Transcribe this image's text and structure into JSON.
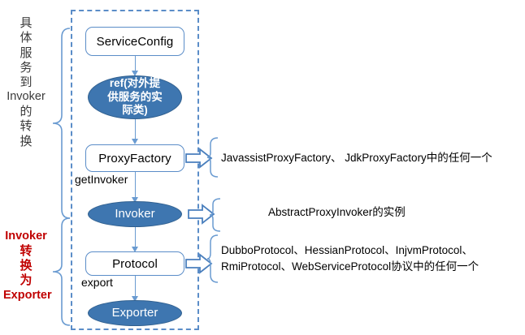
{
  "diagram": {
    "title": "Dubbo service export flow",
    "colors": {
      "box_border": "#5b8dc8",
      "ellipse_fill": "#3e76b0",
      "dashed_border": "#5b8dc8",
      "accent_red": "#c00000",
      "connector": "#6a9bd1",
      "text": "#000000"
    },
    "nodes": [
      {
        "id": "service-config",
        "shape": "rounded-rect",
        "label": "ServiceConfig"
      },
      {
        "id": "ref",
        "shape": "ellipse",
        "label": "ref(对外提供服务的实际类)",
        "lines": [
          "ref(对外提",
          "供服务的实",
          "际类)"
        ]
      },
      {
        "id": "proxy-factory",
        "shape": "rounded-rect",
        "label": "ProxyFactory"
      },
      {
        "id": "invoker",
        "shape": "ellipse",
        "label": "Invoker"
      },
      {
        "id": "protocol",
        "shape": "rounded-rect",
        "label": "Protocol"
      },
      {
        "id": "exporter",
        "shape": "ellipse",
        "label": "Exporter"
      }
    ],
    "edge_labels": [
      {
        "id": "get-invoker",
        "label": "getInvoker"
      },
      {
        "id": "export",
        "label": "export"
      }
    ],
    "left_labels": [
      {
        "id": "service-to-invoker",
        "text": "具体服务到Invoker的转换",
        "parts": [
          "具",
          "体",
          "服",
          "务",
          "到",
          "Invoker",
          "的",
          "转",
          "换"
        ],
        "color": "#3a3a3a"
      },
      {
        "id": "invoker-to-exporter",
        "text": "Invoker转换为Exporter",
        "parts": [
          "Invoker",
          "转",
          "换",
          "为",
          "Exporter"
        ],
        "color": "#c00000"
      }
    ],
    "annotations": [
      {
        "id": "proxy-factory-impls",
        "source": "ProxyFactory",
        "lines": [
          "JavassistProxyFactory、 JdkProxyFactory中的任何一个"
        ]
      },
      {
        "id": "invoker-impls",
        "source": "Invoker",
        "lines": [
          "AbstractProxyInvoker的实例"
        ]
      },
      {
        "id": "protocol-impls",
        "source": "Protocol",
        "lines": [
          "DubboProtocol、HessianProtocol、InjvmProtocol、",
          "RmiProtocol、WebServiceProtocol协议中的任何一个"
        ]
      }
    ]
  }
}
